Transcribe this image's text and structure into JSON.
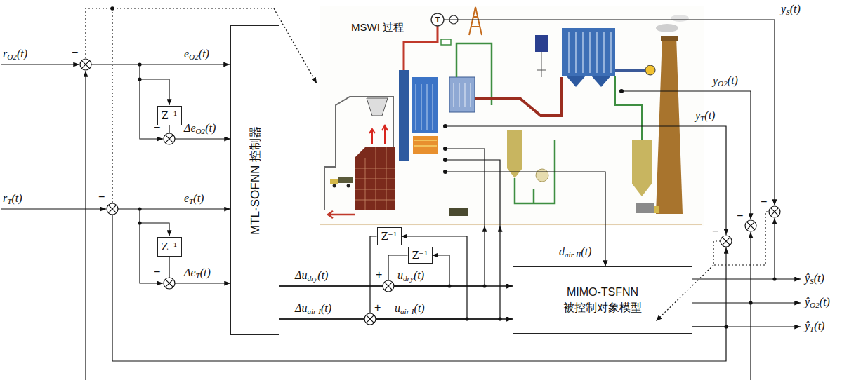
{
  "diagram": {
    "nodes": [
      {
        "text": [
          "MSWI 过程"
        ]
      },
      {
        "text": [
          "MTL-SOFNN 控制器"
        ]
      },
      {
        "text": [
          "Z⁻¹"
        ]
      },
      {
        "text": [
          "Z⁻¹"
        ]
      },
      {
        "text": [
          "Z⁻¹"
        ]
      },
      {
        "text": [
          "Z⁻¹"
        ]
      },
      {
        "text": [
          "MIMO-TSFNN 被控制对象模型"
        ]
      }
    ],
    "edges": [
      {
        "from": 0,
        "to": 6,
        "arrow": "to",
        "label": "dair II(t)"
      },
      {
        "from": 1,
        "to": 6,
        "arrow": "to"
      },
      {
        "from": 1,
        "to": 6,
        "arrow": "to"
      },
      {
        "from": 1,
        "to": 0,
        "arrow": "to"
      },
      {
        "from": 1,
        "to": 0,
        "arrow": "to"
      },
      {
        "from": 2,
        "to": 1,
        "arrow": "to"
      },
      {
        "from": 3,
        "to": 1,
        "arrow": "to"
      },
      {
        "from": 4,
        "to": 6,
        "arrow": "to"
      },
      {
        "from": 5,
        "to": 6,
        "arrow": "to"
      },
      {
        "from": 1,
        "to": 4,
        "arrow": "to"
      },
      {
        "from": 1,
        "to": 5,
        "arrow": "to"
      },
      {
        "from": 6,
        "to": 1,
        "arrow": "to"
      }
    ],
    "labels": [
      "rO2(t)",
      "−",
      "eO2(t)",
      "ΔeO2(t)",
      "−",
      "rT(t)",
      "−",
      "eT(t)",
      "ΔeT(t)",
      "−",
      "Δudry(t)",
      "+",
      "udry(t)",
      "Δuair I(t)",
      "+",
      "uair I(t)",
      "T",
      "yS(t)",
      "yO2(t)",
      "yT(t)",
      "−",
      "−",
      "−",
      "ŷS(t)",
      "ŷO2(t)",
      "ŷT(t)"
    ]
  }
}
